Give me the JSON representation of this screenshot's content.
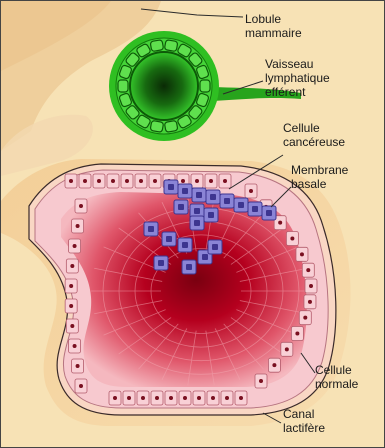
{
  "labels": {
    "lobule": [
      "Lobule",
      "mammaire"
    ],
    "vessel": [
      "Vaisseau",
      "lymphatique",
      "efférent"
    ],
    "cancer_cell": [
      "Cellule",
      "cancéreuse"
    ],
    "membrane": [
      "Membrane",
      "basale"
    ],
    "normal_cell": [
      "Cellule",
      "normale"
    ],
    "duct": [
      "Canal",
      "lactifère"
    ]
  },
  "colors": {
    "background": "#f7e2b5",
    "tissue": "#f0cfa0",
    "lymph_vessel": "#22b818",
    "lumen_dark": "#8a0014",
    "normal_cell": "#f6c4cc",
    "cancer_cell": "#7b74c8",
    "leader_line": "#2a2a2a"
  }
}
